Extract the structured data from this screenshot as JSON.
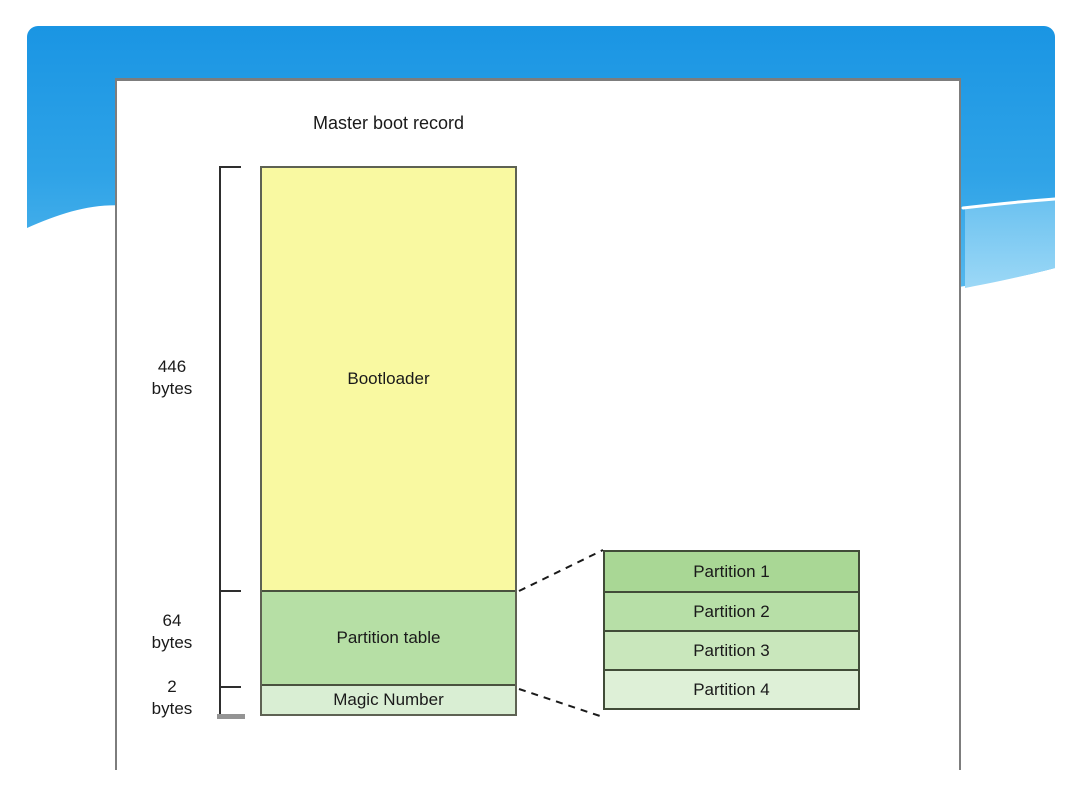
{
  "diagram": {
    "title": "Master boot record",
    "mbr_stack": {
      "segments": [
        {
          "label": "Bootloader",
          "size": "446",
          "unit": "bytes",
          "fill": "#f9f9a1"
        },
        {
          "label": "Partition table",
          "size": "64",
          "unit": "bytes",
          "fill": "#b6dfa5"
        },
        {
          "label": "Magic Number",
          "size": "2",
          "unit": "bytes",
          "fill": "#d9eed3"
        }
      ]
    },
    "partition_table": {
      "rows": [
        {
          "label": "Partition 1",
          "fill": "#a9d795"
        },
        {
          "label": "Partition 2",
          "fill": "#b7dfa7"
        },
        {
          "label": "Partition 3",
          "fill": "#c9e7bc"
        },
        {
          "label": "Partition 4",
          "fill": "#def0d7"
        }
      ]
    },
    "colors": {
      "slide_blue_top": "#1a95e3",
      "slide_blue_bottom": "#57b9ed",
      "swoosh_light_blue": "#80cbf2",
      "panel_border": "#7d7d7d",
      "box_border_dark": "#414c38",
      "text": "#1a1a1a"
    }
  }
}
